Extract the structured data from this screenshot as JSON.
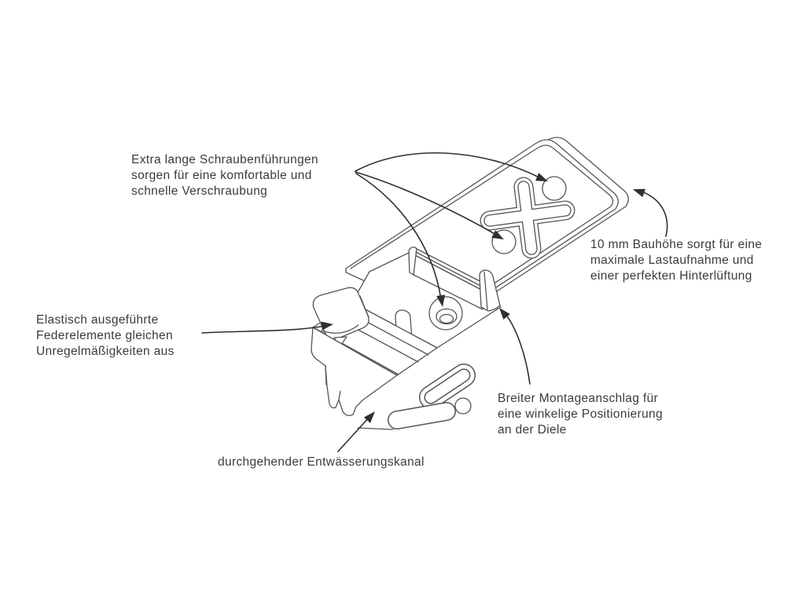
{
  "diagram": {
    "background_color": "#ffffff",
    "line_color": "#555555",
    "arrow_color": "#2f2f2f",
    "text_color": "#3b3b3b",
    "subject": "Terrassen-Befestigungsclip Strichzeichnung"
  },
  "annotations": {
    "screw_guides": {
      "lines": [
        "Extra lange Schraubenführungen",
        "sorgen für eine komfortable und",
        "schnelle Verschraubung"
      ]
    },
    "build_height": {
      "lines": [
        "10 mm Bauhöhe sorgt für eine",
        "maximale Lastaufnahme und",
        "einer perfekten Hinterlüftung"
      ]
    },
    "spring_elements": {
      "lines": [
        "Elastisch ausgeführte",
        "Federelemente gleichen",
        "Unregelmäßigkeiten aus"
      ]
    },
    "mounting_stop": {
      "lines": [
        "Breiter Montageanschlag für",
        "eine winkelige Positionierung",
        "an der Diele"
      ]
    },
    "drainage_channel": {
      "lines": [
        "durchgehender Entwässerungskanal"
      ]
    }
  }
}
